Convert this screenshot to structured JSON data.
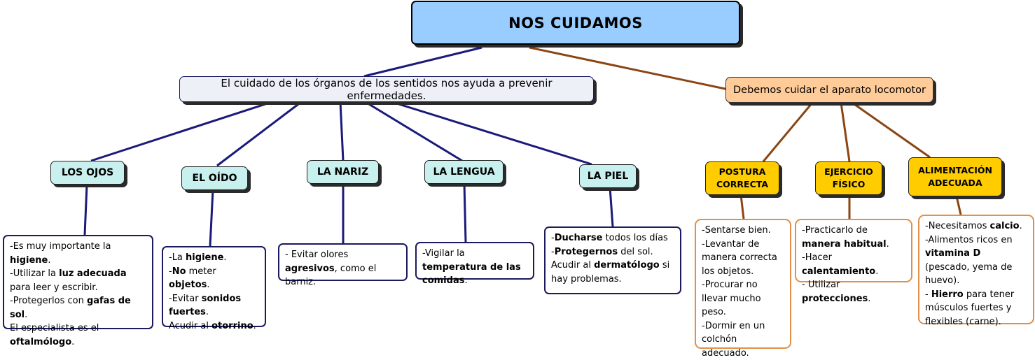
{
  "root": {
    "label": "NOS CUIDAMOS"
  },
  "senses_branch": {
    "label": "El cuidado de los órganos de los sentidos nos ayuda a prevenir enfermedades."
  },
  "locomotor_branch": {
    "label": "Debemos cuidar el aparato locomotor"
  },
  "senses": [
    {
      "label": "LOS OJOS",
      "lines": [
        [
          "-Es muy importante la ",
          "**higiene",
          "."
        ],
        [
          "-Utilizar la ",
          "**luz adecuada",
          " para leer y escribir."
        ],
        [
          "-Protegerlos con ",
          "**gafas de sol",
          "."
        ],
        [
          "  El especialista es el ",
          "**oftalmólogo",
          "."
        ]
      ]
    },
    {
      "label": "EL OÍDO",
      "lines": [
        [
          "-La ",
          "**higiene",
          "."
        ],
        [
          "-",
          "**No",
          " meter ",
          "**objetos",
          "."
        ],
        [
          "-Evitar ",
          "**sonidos fuertes",
          "."
        ],
        [
          "Acudir al ",
          "**otorrino",
          "."
        ]
      ]
    },
    {
      "label": "LA NARIZ",
      "lines": [
        [
          "- Evitar olores ",
          "**agresivos",
          ", como el barniz."
        ]
      ]
    },
    {
      "label": "LA LENGUA",
      "lines": [
        [
          "-Vigilar la ",
          "**temperatura de las comidas",
          "."
        ]
      ]
    },
    {
      "label": "LA PIEL",
      "lines": [
        [
          "-",
          "**Ducharse",
          " todos los días"
        ],
        [
          "-",
          "**Protegernos",
          " del sol."
        ],
        [
          "Acudir al ",
          "**dermatólogo",
          " si hay problemas."
        ]
      ]
    }
  ],
  "locomotor": [
    {
      "label_lines": [
        "POSTURA",
        "CORRECTA"
      ],
      "lines": [
        [
          "-Sentarse bien."
        ],
        [
          "-Levantar de manera correcta los objetos."
        ],
        [
          "-Procurar no llevar mucho peso."
        ],
        [
          "-Dormir en un colchón adecuado."
        ]
      ]
    },
    {
      "label_lines": [
        "EJERCICIO",
        "FÍSICO"
      ],
      "lines": [
        [
          "-Practicarlo de ",
          "**manera habitual",
          "."
        ],
        [
          "-Hacer ",
          "**calentamiento",
          "."
        ],
        [
          "- Utilizar ",
          "**protecciones",
          "."
        ]
      ]
    },
    {
      "label_lines": [
        "ALIMENTACIÓN",
        "ADECUADA"
      ],
      "lines": [
        [
          "-Necesitamos ",
          "**calcio",
          "."
        ],
        [
          "-Alimentos ricos en ",
          "**vitamina D",
          " (pescado, yema de huevo)."
        ],
        [
          "-  ",
          "**Hierro",
          " para tener músculos fuertes y flexibles (carne)."
        ]
      ]
    }
  ]
}
